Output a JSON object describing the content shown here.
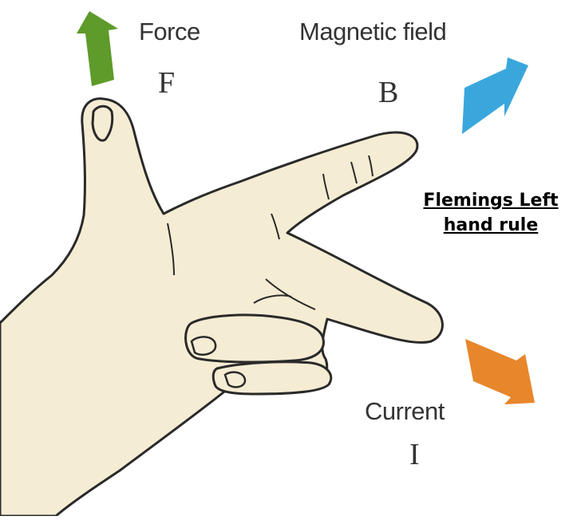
{
  "labels": {
    "force_word": "Force",
    "force_symbol": "F",
    "field_word": "Magnetic field",
    "field_symbol": "B",
    "current_word": "Current",
    "current_symbol": "I"
  },
  "title": {
    "line1": "Flemings Left",
    "line2": "hand rule"
  },
  "colors": {
    "force_arrow": "#5e9b2a",
    "field_arrow": "#3aa7dc",
    "current_arrow": "#e8862b",
    "skin": "#f5ecd4",
    "outline": "#2a2a2a",
    "accent_line": "#6b8fb8"
  }
}
